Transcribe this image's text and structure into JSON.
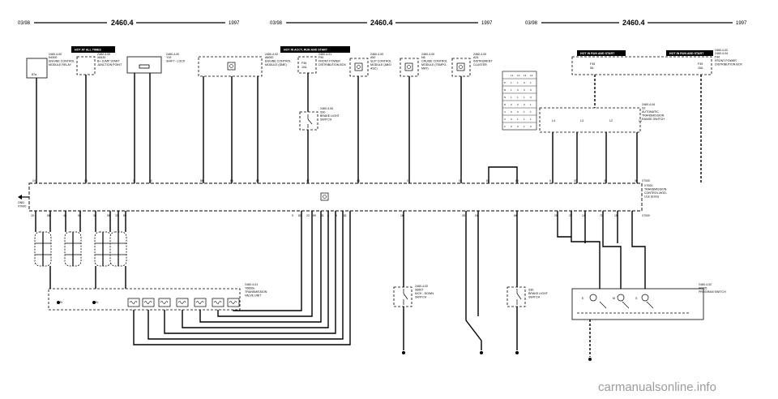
{
  "header": [
    {
      "date": "03/98",
      "page": "2460.4",
      "year": "1997"
    },
    {
      "date": "03/98",
      "page": "2460.4",
      "year": "1997"
    },
    {
      "date": "03/98",
      "page": "2460.4",
      "year": "1997"
    }
  ],
  "hot_labels": {
    "always": "HOT AT ALL TIMES",
    "acc_run_start": "HOT IN ACCY, RUN AND START",
    "run_start_1": "HOT IN RUN AND START",
    "run_start_2": "HOT IN RUN AND START"
  },
  "components": {
    "engine_relay": {
      "ref": "2460.4-00",
      "code": "K6300",
      "name1": "ENGINE CONTROL",
      "name2": "MODULE RELAY",
      "inner": "87a"
    },
    "junction": {
      "ref": "2460.4-00",
      "code": "X6430",
      "name1": "B+ JUMP START",
      "name2": "JUNCTION POINT"
    },
    "shift_lock": {
      "ref": "2460.4-00",
      "code": "Y19",
      "name1": "SHIFT - LOCK"
    },
    "dme": {
      "ref": "2460.4-02",
      "code": "A6000",
      "name1": "ENGINE CONTROL",
      "name2": "MODULE (DME)"
    },
    "power_dist_1": {
      "ref": "2460.4-01",
      "code": "F90",
      "name1": "FRONT POWER",
      "name2": "DISTRIBUTION BOX",
      "fuse": "F36",
      "amps": "10A"
    },
    "brake_switch_1": {
      "ref": "2460.4-00",
      "code": "S30",
      "name1": "BRAKE LIGHT",
      "name2": "SWITCH"
    },
    "asc": {
      "ref": "2460.4-00",
      "code": "A52",
      "name1": "SLIP CONTROL",
      "name2": "MODULE (ABS/",
      "name3": "ASC)"
    },
    "cruise": {
      "ref": "2460.4-00",
      "code": "N6",
      "name1": "CRUISE CONTROL",
      "name2": "MODULE (TEMPO-",
      "name3": "MAT)"
    },
    "cluster": {
      "ref": "2460.4-00",
      "code": "A24",
      "name1": "INSTRUMENT",
      "name2": "CLUSTER"
    },
    "power_dist_2": {
      "ref": "2460.4-02",
      "ref2": "2460.4-04",
      "code": "F90",
      "name1": "FRONT POWER",
      "name2": "DISTRIBUTION BOX",
      "fuse": "F35",
      "amps": "5A",
      "fuse2": "F39",
      "amps2": "10A"
    },
    "range_switch": {
      "ref": "2460.4-04",
      "code": "S3",
      "name1": "AUTOMATIC",
      "name2": "TRANSMISSION",
      "name3": "RANGE SWITCH",
      "contacts": [
        "L4",
        "L3",
        "L2",
        "L1"
      ]
    },
    "egs": {
      "code": "X7000",
      "name1": "TRANSMISSION",
      "name2": "CONTROL MOD-",
      "name3": "ULE (EGS)"
    },
    "valve_unit": {
      "ref": "2460.4-01",
      "code": "Y6600u",
      "name1": "TRANSMISSION",
      "name2": "VALVE UNIT",
      "left_mark": "MV",
      "right_mark": "MV"
    },
    "kickdown": {
      "ref": "2460.4-02",
      "code": "S6607",
      "name1": "KICK - DOWN",
      "name2": "SWITCH"
    },
    "brake_switch_2": {
      "code": "S30",
      "name1": "BRAKE LIGHT",
      "name2": "SWITCH"
    },
    "program_switch": {
      "ref": "2460.4-02",
      "code": "S6605",
      "name1": "PROGRAM SWITCH",
      "positions": [
        "E",
        "M",
        "S"
      ]
    },
    "ground_left": {
      "code": "X7000",
      "label": "GND"
    }
  },
  "truth_table": {
    "header": [
      "L1",
      "L2",
      "L3",
      "L4"
    ],
    "rows": [
      [
        "P",
        "1",
        "1",
        "0",
        "1"
      ],
      [
        "R",
        "1",
        "0",
        "0",
        "0"
      ],
      [
        "N",
        "1",
        "1",
        "1",
        "0"
      ],
      [
        "D",
        "0",
        "0",
        "0",
        "1"
      ],
      [
        "4",
        "0",
        "0",
        "1",
        "1"
      ],
      [
        "3",
        "0",
        "1",
        "1",
        "1"
      ],
      [
        "2",
        "0",
        "0",
        "1",
        "0"
      ]
    ]
  },
  "top_pins": [
    "24",
    "13",
    "3",
    "32",
    "88",
    "86",
    "82",
    "47",
    "18",
    "27",
    "26",
    "62",
    "63",
    "6",
    "37",
    "38",
    "36",
    "X7000"
  ],
  "bottom_pins": [
    "15",
    "58",
    "46",
    "56",
    "35",
    "55",
    "33",
    "59",
    "9",
    "80",
    "23",
    "59",
    "81",
    "8",
    "5",
    "81",
    "16",
    "28",
    "34",
    "66",
    "25",
    "29",
    "14",
    "71",
    "15",
    "X7000"
  ],
  "watermark": "carmanualsonline.info"
}
